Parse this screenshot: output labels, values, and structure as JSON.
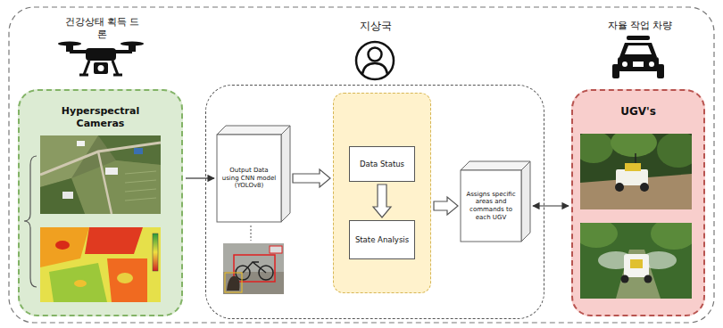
{
  "diagram": {
    "nodes": [
      {
        "text": [
          "건강상태 획득 드론",
          "Hyperspectral Cameras"
        ]
      },
      {
        "text": [
          "지상국"
        ]
      },
      {
        "text": [
          "Output Data using CNN model (YOLOv8)"
        ],
        "in": 1
      },
      {
        "text": [],
        "in": 1
      },
      {
        "text": [
          "Data Status"
        ],
        "in": 3
      },
      {
        "text": [
          "State Analysis"
        ],
        "in": 3
      },
      {
        "text": [
          "Assigns specific areas and commands to each UGV"
        ],
        "in": 1
      },
      {
        "text": [
          "자율 작업 차량",
          "UGV's"
        ]
      }
    ],
    "edges": [
      {
        "from": 0,
        "to": 2,
        "arrow": "to"
      },
      {
        "from": 2,
        "to": 3,
        "arrow": "to"
      },
      {
        "from": 4,
        "to": 5,
        "arrow": "to"
      },
      {
        "from": 3,
        "to": 6,
        "arrow": "to"
      },
      {
        "from": 6,
        "to": 7,
        "arrow": "both"
      }
    ]
  }
}
